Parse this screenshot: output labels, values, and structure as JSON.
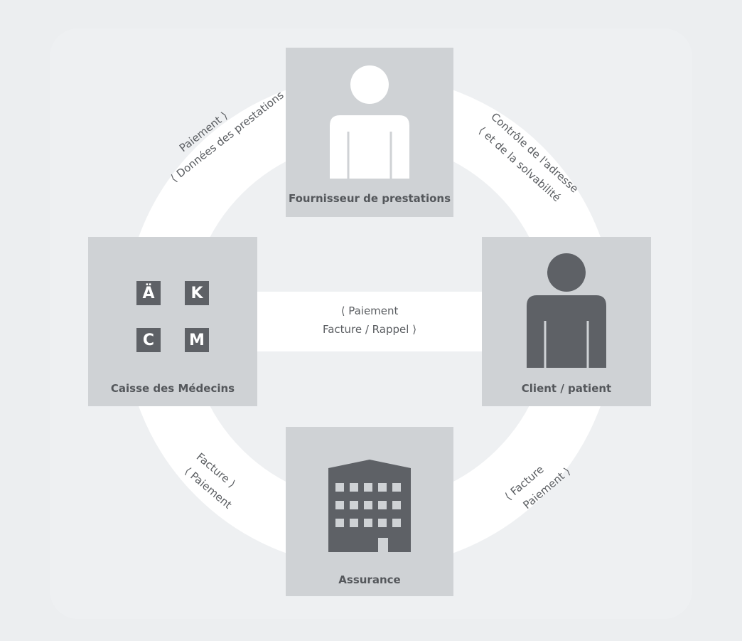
{
  "nodes": {
    "provider": {
      "label": "Fournisseur de prestations"
    },
    "client": {
      "label": "Client / patient"
    },
    "insurance": {
      "label": "Assurance"
    },
    "caisse": {
      "label": "Caisse des Médecins"
    }
  },
  "akcm_letters": [
    "Ä",
    "K",
    "C",
    "M"
  ],
  "flows": {
    "top_left": {
      "line1": "Paiement",
      "line2": "Données des prestations"
    },
    "top_right": {
      "line1": "Contrôle de l'adresse",
      "line2": "et de la solvabilité"
    },
    "bottom_left": {
      "line1": "Facture",
      "line2": "Paiement"
    },
    "bottom_right": {
      "line1": "Facture",
      "line2": "Paiement"
    },
    "center": {
      "line1": "Paiement",
      "line2": "Facture / Rappel"
    }
  },
  "colors": {
    "background": "#eceef0",
    "ring": "#ffffff",
    "node_fill": "#cfd2d5",
    "icon_light": "#ffffff",
    "icon_dark": "#5e6166",
    "text": "#54575b"
  },
  "icons": {
    "provider": "person-icon",
    "client": "person-icon",
    "insurance": "building-icon",
    "caisse": "akcm-logo"
  }
}
